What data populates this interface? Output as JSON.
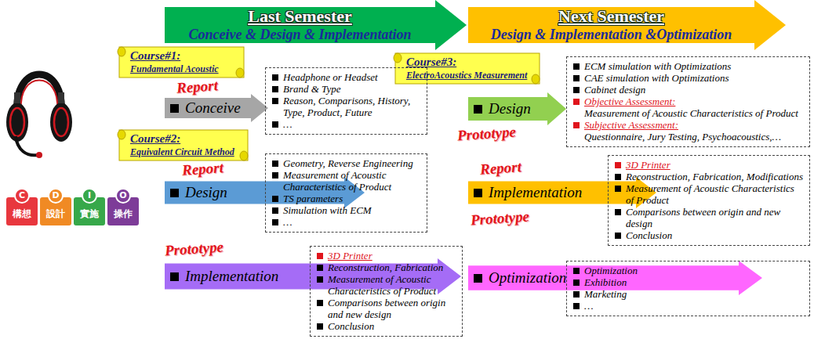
{
  "diagram": {
    "nodes": [
      {
        "text": [
          "Last Semester",
          "Conceive & Design & Implementation"
        ]
      },
      {
        "text": [
          "Next Semester",
          "Design & Implementation &Optimization"
        ]
      },
      {
        "text": [
          "Course#1:",
          "Fundamental Acoustic"
        ]
      },
      {
        "text": [
          "Course#3:",
          "ElectroAcoustics Measurement"
        ]
      },
      {
        "text": [
          "Conceive"
        ]
      },
      {
        "text": [
          "Headphone or Headset",
          "Brand & Type",
          "Reason, Comparisons, History, Type, Product, Future",
          "…"
        ]
      },
      {
        "text": [
          "Design"
        ]
      },
      {
        "text": [
          "ECM simulation with Optimizations",
          "CAE simulation with Optimizations",
          "Cabinet design",
          "Objective Assessment:",
          "Measurement of Acoustic Characteristics of Product",
          "Subjective Assessment:",
          "Questionnaire, Jury Testing, Psychoacoustics,…"
        ]
      },
      {
        "text": [
          "Course#2:",
          "Equivalent Circuit Method"
        ]
      },
      {
        "text": [
          "Design"
        ]
      },
      {
        "text": [
          "Geometry, Reverse Engineering",
          "Measurement of Acoustic Characteristics of Product",
          "TS parameters",
          "Simulation with ECM",
          "…"
        ]
      },
      {
        "text": [
          "Implementation"
        ]
      },
      {
        "text": [
          "3D Printer",
          "Reconstruction, Fabrication, Modifications",
          "Measurement of Acoustic Characteristics of Product",
          "Comparisons between origin and new design",
          "Conclusion"
        ]
      },
      {
        "text": [
          "C",
          "構想"
        ]
      },
      {
        "text": [
          "D",
          "設計"
        ]
      },
      {
        "text": [
          "I",
          "實施"
        ]
      },
      {
        "text": [
          "O",
          "操作"
        ]
      },
      {
        "text": [
          "Implementation"
        ]
      },
      {
        "text": [
          "3D Printer",
          "Reconstruction, Fabrication",
          "Measurement of Acoustic Characteristics of Product",
          "Comparisons between origin and new design",
          "Conclusion"
        ]
      },
      {
        "text": [
          "Optimization"
        ]
      },
      {
        "text": [
          "Optimization",
          "Exhibition",
          "Marketing",
          "…"
        ]
      }
    ],
    "labels": [
      "Report",
      "Prototype",
      "Report",
      "Report",
      "Prototype",
      "Prototype"
    ]
  }
}
